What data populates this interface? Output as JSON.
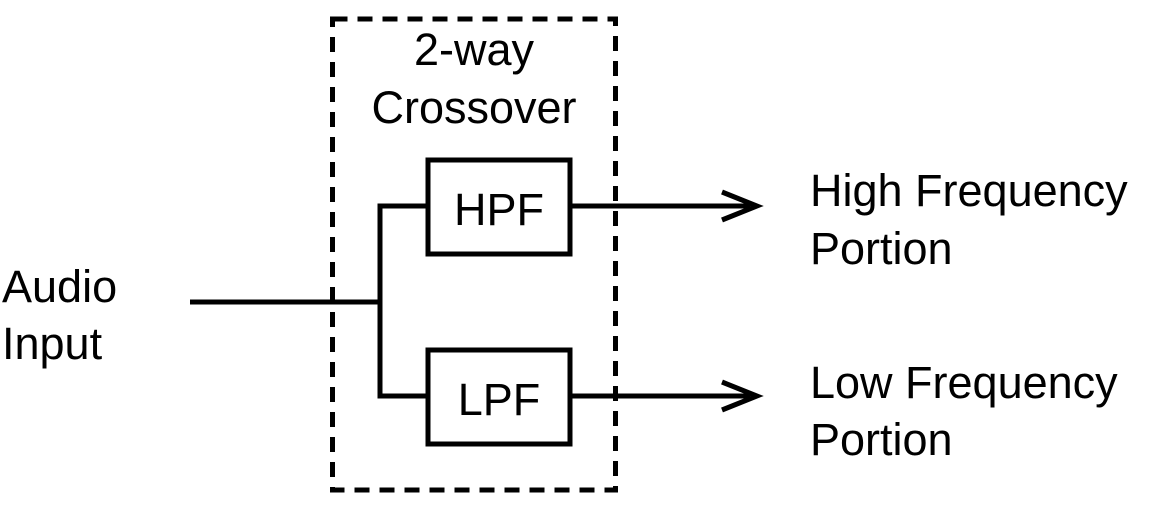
{
  "diagram": {
    "background_color": "#ffffff",
    "stroke_color": "#000000",
    "crossover_box": {
      "title_line1": "2-way",
      "title_line2": "Crossover"
    },
    "input": {
      "label_line1": "Audio",
      "label_line2": "Input"
    },
    "filters": {
      "hpf_label": "HPF",
      "lpf_label": "LPF"
    },
    "outputs": {
      "high": {
        "line1": "High Frequency",
        "line2": "Portion"
      },
      "low": {
        "line1": "Low Frequency",
        "line2": "Portion"
      }
    }
  }
}
